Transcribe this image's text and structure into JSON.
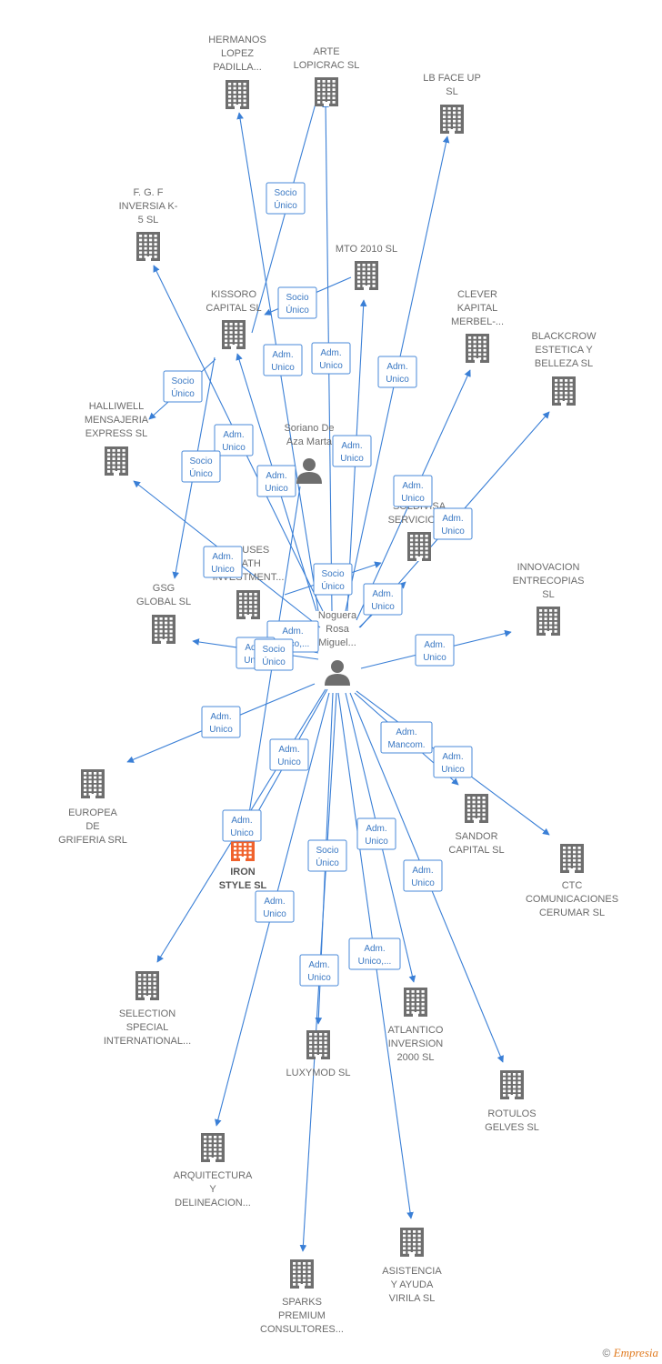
{
  "colors": {
    "edge": "#3a7fd6",
    "label_border": "#4a8ad8",
    "label_text": "#3a78c3",
    "company_icon": "#6e6e6e",
    "company_highlight": "#f0622d",
    "person_icon": "#6e6e6e",
    "node_text": "#6b6b6b"
  },
  "nodes": [
    {
      "id": "hermanos",
      "kind": "company",
      "label": [
        "HERMANOS",
        "LOPEZ",
        "PADILLA..."
      ]
    },
    {
      "id": "arte",
      "kind": "company",
      "label": [
        "ARTE",
        "LOPICRAC  SL"
      ]
    },
    {
      "id": "lbface",
      "kind": "company",
      "label": [
        "LB FACE UP",
        "SL"
      ]
    },
    {
      "id": "fgf",
      "kind": "company",
      "label": [
        "F.  G. F",
        "INVERSIA K-",
        "5 SL"
      ]
    },
    {
      "id": "mto",
      "kind": "company",
      "label": [
        "MTO 2010  SL"
      ]
    },
    {
      "id": "kissoro",
      "kind": "company",
      "label": [
        "KISSORO",
        "CAPITAL  SL"
      ]
    },
    {
      "id": "clever",
      "kind": "company",
      "label": [
        "CLEVER",
        "KAPITAL",
        "MERBEL-..."
      ]
    },
    {
      "id": "blackcrow",
      "kind": "company",
      "label": [
        "BLACKCROW",
        "ESTETICA Y",
        "BELLEZA  SL"
      ]
    },
    {
      "id": "halliwell",
      "kind": "company",
      "label": [
        "HALLIWELL",
        "MENSAJERIA",
        "EXPRESS  SL"
      ]
    },
    {
      "id": "soriano",
      "kind": "person",
      "label": [
        "Soriano De",
        "Aza Marta"
      ]
    },
    {
      "id": "soldivisa",
      "kind": "company",
      "label": [
        "SOLDIVISA",
        "SERVICIOS..."
      ]
    },
    {
      "id": "houses",
      "kind": "company",
      "label": [
        "HOUSES",
        "PATH",
        "INVESTMENT..."
      ]
    },
    {
      "id": "gsg",
      "kind": "company",
      "label": [
        "GSG",
        "GLOBAL  SL"
      ]
    },
    {
      "id": "innovacion",
      "kind": "company",
      "label": [
        "INNOVACION",
        "ENTRECOPIAS",
        "SL"
      ]
    },
    {
      "id": "noguera",
      "kind": "person",
      "label": [
        "Noguera",
        "Rosa",
        "Miguel..."
      ]
    },
    {
      "id": "europea",
      "kind": "company",
      "label": [
        "EUROPEA",
        "DE",
        "GRIFERIA SRL"
      ]
    },
    {
      "id": "iron",
      "kind": "company",
      "highlight": true,
      "label": [
        "IRON",
        "STYLE  SL"
      ]
    },
    {
      "id": "sandor",
      "kind": "company",
      "label": [
        "SANDOR",
        "CAPITAL  SL"
      ]
    },
    {
      "id": "ctc",
      "kind": "company",
      "label": [
        "CTC",
        "COMUNICACIONES",
        "CERUMAR SL"
      ]
    },
    {
      "id": "selection",
      "kind": "company",
      "label": [
        "SELECTION",
        "SPECIAL",
        "INTERNATIONAL..."
      ]
    },
    {
      "id": "atlantico",
      "kind": "company",
      "label": [
        "ATLANTICO",
        "INVERSION",
        "2000  SL"
      ]
    },
    {
      "id": "luxymod",
      "kind": "company",
      "label": [
        "LUXYMOD  SL"
      ]
    },
    {
      "id": "rotulos",
      "kind": "company",
      "label": [
        "ROTULOS",
        "GELVES  SL"
      ]
    },
    {
      "id": "arquitectura",
      "kind": "company",
      "label": [
        "ARQUITECTURA",
        "Y",
        "DELINEACION..."
      ]
    },
    {
      "id": "asistencia",
      "kind": "company",
      "label": [
        "ASISTENCIA",
        "Y AYUDA",
        "VIRILA  SL"
      ]
    },
    {
      "id": "sparks",
      "kind": "company",
      "label": [
        "SPARKS",
        "PREMIUM",
        "CONSULTORES..."
      ]
    }
  ],
  "edges": [
    {
      "from": "noguera",
      "to": "hermanos",
      "label": [
        "Adm.",
        "Unico"
      ]
    },
    {
      "from": "noguera",
      "to": "arte",
      "label": [
        "Adm.",
        "Unico"
      ]
    },
    {
      "from": "kissoro",
      "to": "arte",
      "label": [
        "Socio",
        "Único"
      ]
    },
    {
      "from": "noguera",
      "to": "lbface",
      "label": [
        "Adm.",
        "Unico"
      ]
    },
    {
      "from": "noguera",
      "to": "mto",
      "label": [
        "Adm.",
        "Unico"
      ]
    },
    {
      "from": "noguera",
      "to": "kissoro",
      "label": [
        "Adm.",
        "Unico"
      ]
    },
    {
      "from": "mto",
      "to": "kissoro",
      "label": [
        "Socio",
        "Único"
      ]
    },
    {
      "from": "noguera",
      "to": "fgf",
      "label": [
        "Adm.",
        "Unico"
      ]
    },
    {
      "from": "kissoro",
      "to": "halliwell",
      "label": [
        "Socio",
        "Único"
      ]
    },
    {
      "from": "kissoro",
      "to": "gsg",
      "label": [
        "Socio",
        "Único"
      ]
    },
    {
      "from": "noguera",
      "to": "clever",
      "label": [
        "Adm.",
        "Unico"
      ]
    },
    {
      "from": "noguera",
      "to": "blackcrow",
      "label": [
        "Adm.",
        "Unico"
      ]
    },
    {
      "from": "noguera",
      "to": "halliwell",
      "label": [
        "Adm.",
        "Unico"
      ]
    },
    {
      "from": "houses",
      "to": "soldivisa",
      "label": [
        "Socio",
        "Único"
      ]
    },
    {
      "from": "noguera",
      "to": "soldivisa",
      "label": [
        "Adm.",
        "Unico"
      ]
    },
    {
      "from": "noguera",
      "to": "houses",
      "label": [
        "Adm.",
        "Unico,..."
      ]
    },
    {
      "from": "noguera",
      "to": "gsg",
      "label": [
        "Adm.",
        "Unico"
      ]
    },
    {
      "from": "soriano",
      "to": "iron",
      "label": [
        "Socio",
        "Único"
      ]
    },
    {
      "from": "noguera",
      "to": "innovacion",
      "label": [
        "Adm.",
        "Unico"
      ]
    },
    {
      "from": "noguera",
      "to": "europea",
      "label": [
        "Adm.",
        "Unico"
      ]
    },
    {
      "from": "noguera",
      "to": "iron",
      "label": [
        "Adm.",
        "Unico"
      ]
    },
    {
      "from": "noguera",
      "to": "sandor",
      "label": [
        "Adm.",
        "Mancom."
      ]
    },
    {
      "from": "noguera",
      "to": "ctc",
      "label": [
        "Adm.",
        "Unico"
      ]
    },
    {
      "from": "noguera",
      "to": "selection",
      "label": [
        "Adm.",
        "Unico"
      ]
    },
    {
      "from": "noguera",
      "to": "atlantico",
      "label": [
        "Adm.",
        "Unico"
      ]
    },
    {
      "from": "noguera",
      "to": "luxymod",
      "label": [
        "Socio",
        "Único"
      ]
    },
    {
      "from": "noguera",
      "to": "rotulos",
      "label": [
        "Adm.",
        "Unico"
      ]
    },
    {
      "from": "noguera",
      "to": "arquitectura",
      "label": [
        "Adm.",
        "Unico"
      ]
    },
    {
      "from": "noguera",
      "to": "asistencia",
      "label": [
        "Adm.",
        "Unico,..."
      ]
    },
    {
      "from": "noguera",
      "to": "sparks",
      "label": [
        "Adm.",
        "Unico"
      ]
    }
  ],
  "footer": {
    "copyright": "©",
    "brand": "Empresia"
  }
}
